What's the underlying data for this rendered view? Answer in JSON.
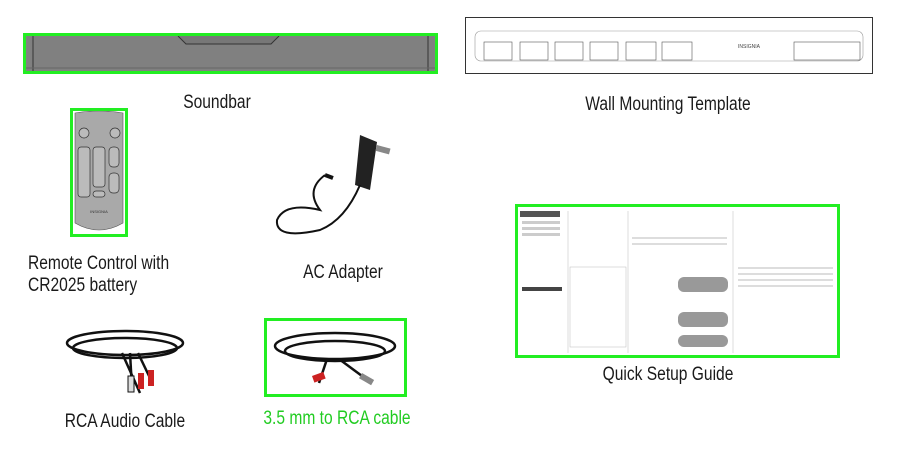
{
  "items": [
    {
      "label": "Soundbar",
      "highlighted": true
    },
    {
      "label": "Wall Mounting Template",
      "highlighted": false
    },
    {
      "label_line1": "Remote Control with",
      "label_line2": "CR2025 battery",
      "highlighted": true
    },
    {
      "label": "AC Adapter",
      "highlighted": false
    },
    {
      "label": "RCA Audio Cable",
      "highlighted": false
    },
    {
      "label": "3.5 mm to RCA cable",
      "highlighted": true,
      "label_color": "#22cc22"
    },
    {
      "label": "Quick Setup Guide",
      "highlighted": true
    }
  ],
  "brand": "INSIGNIA",
  "highlight_color": "#22ee22"
}
